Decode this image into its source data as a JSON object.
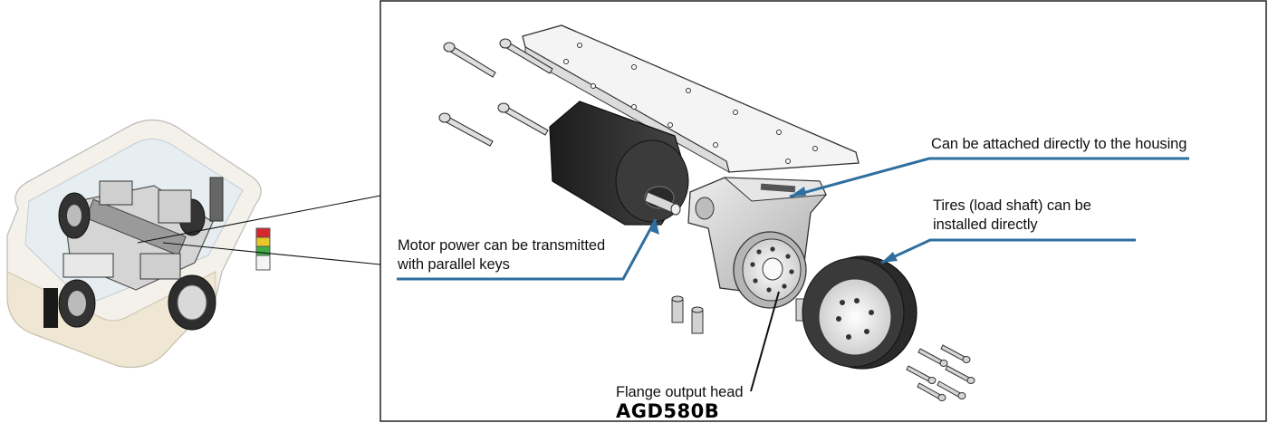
{
  "callouts": {
    "housing": "Can be attached directly to the housing",
    "tires_line1": "Tires (load shaft) can be",
    "tires_line2": "installed directly",
    "motor_line1": "Motor power can be transmitted",
    "motor_line2": "with parallel keys",
    "flange": "Flange output head"
  },
  "model_name": "AGD580B",
  "colors": {
    "leader": "#2f6f9f",
    "frame": "#222222",
    "motor": "#2a2a2a",
    "metal": "#c9c9c9",
    "plate": "#f2f2f2",
    "housing": "#eeeae0"
  }
}
